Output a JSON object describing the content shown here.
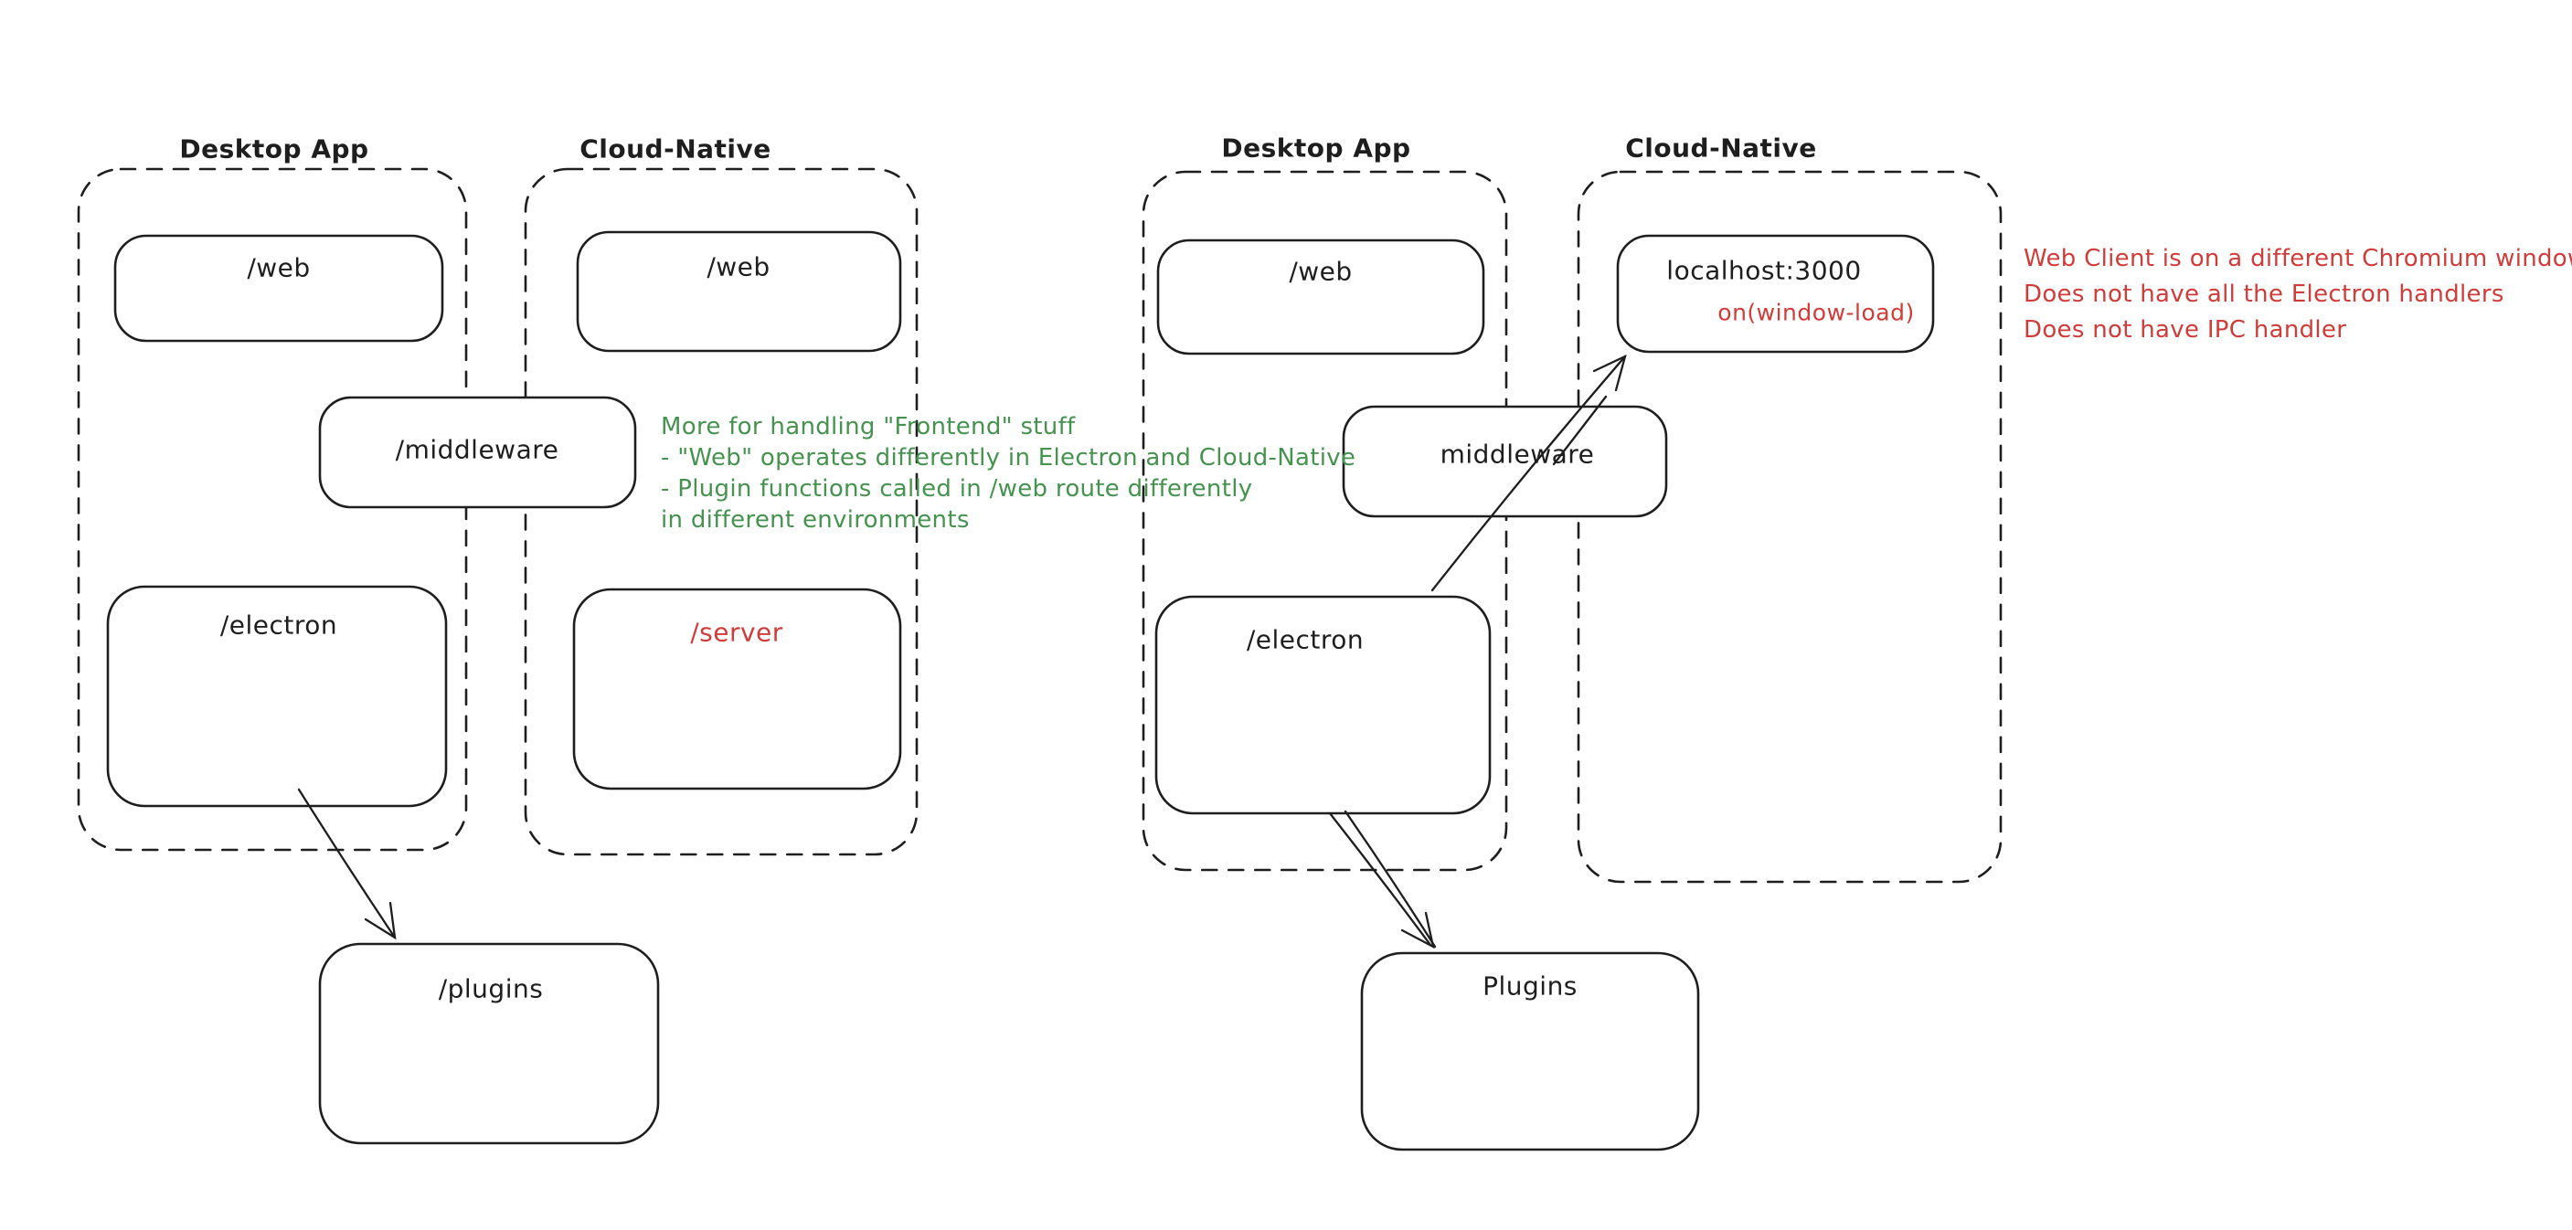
{
  "colors": {
    "background": "#ffffff",
    "ink": "#1e1e1e",
    "red": "#d03c39",
    "green": "#45934f"
  },
  "left_diagram": {
    "desktop_app": {
      "title": "Desktop App",
      "web_label": "/web",
      "electron_label": "/electron"
    },
    "cloud_native": {
      "title": "Cloud-Native",
      "web_label": "/web",
      "server_label": "/server"
    },
    "middleware_label": "/middleware",
    "plugins_label": "/plugins",
    "green_note": {
      "lines": [
        "More for handling \"Frontend\" stuff",
        "- \"Web\" operates differently in Electron and Cloud-Native",
        "- Plugin functions called in /web route differently",
        "in different environments"
      ]
    }
  },
  "right_diagram": {
    "desktop_app": {
      "title": "Desktop App",
      "web_label": "/web",
      "electron_label": "/electron"
    },
    "cloud_native": {
      "title": "Cloud-Native",
      "localhost_label": "localhost:3000",
      "window_load_label": "on(window-load)"
    },
    "middleware_label": "middleware",
    "plugins_label": "Plugins",
    "red_note": {
      "lines": [
        "Web Client is on a different Chromium window",
        "Does not have all the Electron handlers",
        "Does not have IPC handler"
      ]
    }
  }
}
